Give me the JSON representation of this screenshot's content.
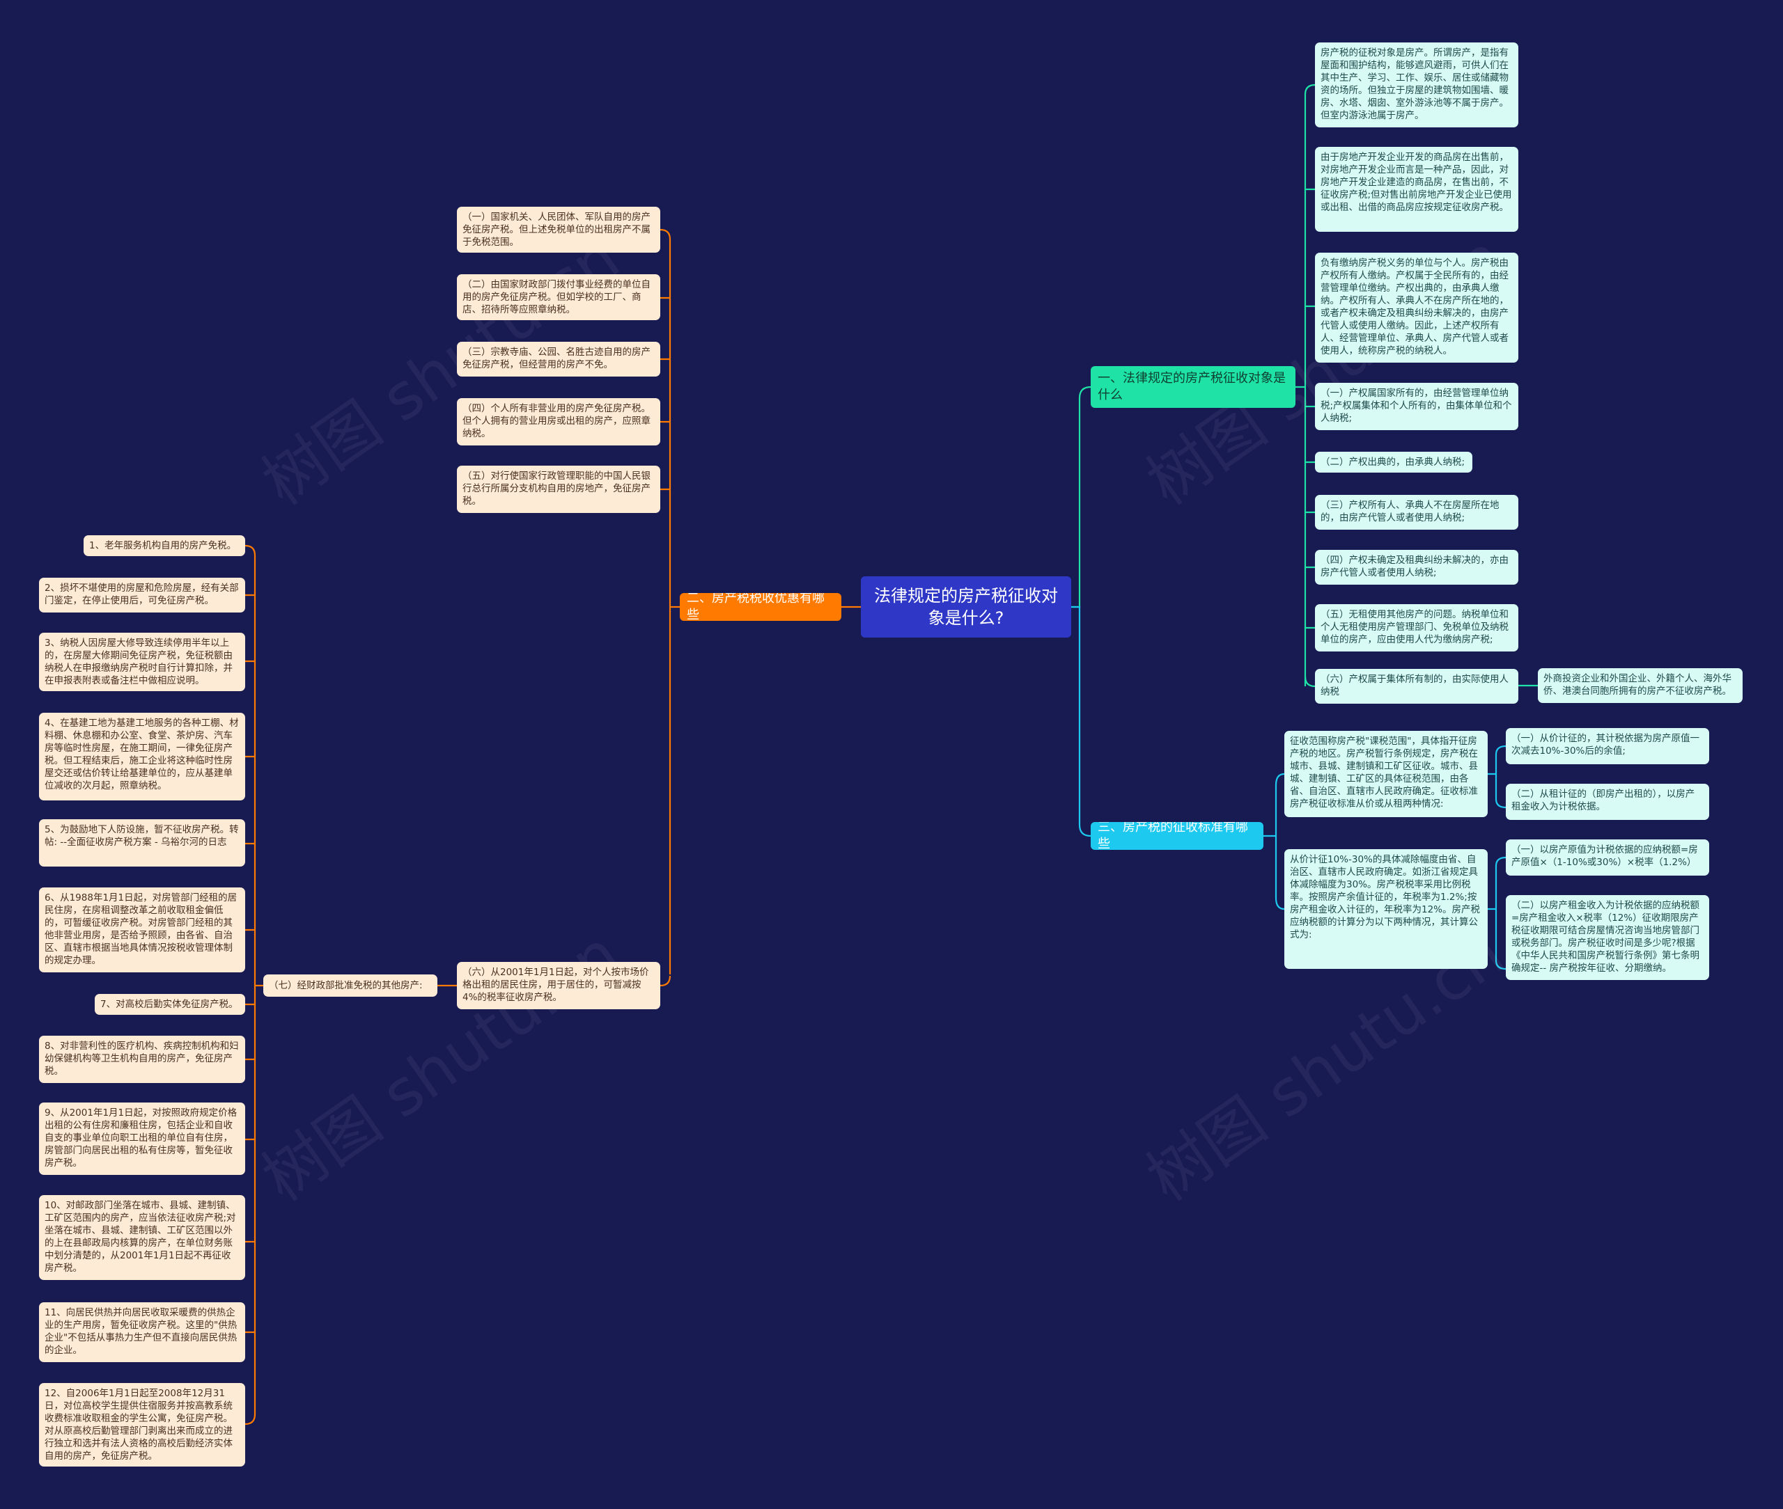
{
  "root": "法律规定的房产税征收对象是什么?",
  "watermark": "树图 shutu.cn",
  "branch1": {
    "title": "一、法律规定的房产税征收对象是什么",
    "items": [
      "房产税的征税对象是房产。所谓房产，是指有屋面和围护结构，能够遮风避雨，可供人们在其中生产、学习、工作、娱乐、居住或储藏物资的场所。但独立于房屋的建筑物如围墙、暖房、水塔、烟囱、室外游泳池等不属于房产。但室内游泳池属于房产。",
      "由于房地产开发企业开发的商品房在出售前，对房地产开发企业而言是一种产品，因此，对房地产开发企业建造的商品房，在售出前，不征收房产税;但对售出前房地产开发企业已使用或出租、出借的商品房应按规定征收房产税。",
      "负有缴纳房产税义务的单位与个人。房产税由产权所有人缴纳。产权属于全民所有的，由经营管理单位缴纳。产权出典的，由承典人缴纳。产权所有人、承典人不在房产所在地的，或者产权未确定及租典纠纷未解决的，由房产代管人或使用人缴纳。因此，上述产权所有人、经营管理单位、承典人、房产代管人或者使用人，统称房产税的纳税人。",
      "（一）产权属国家所有的，由经营管理单位纳税;产权属集体和个人所有的，由集体单位和个人纳税;",
      "（二）产权出典的，由承典人纳税;",
      "（三）产权所有人、承典人不在房屋所在地的，由房产代管人或者使用人纳税;",
      "（四）产权未确定及租典纠纷未解决的，亦由房产代管人或者使用人纳税;",
      "（五）无租使用其他房产的问题。纳税单位和个人无租使用房产管理部门、免税单位及纳税单位的房产，应由使用人代为缴纳房产税;",
      "（六）产权属于集体所有制的，由实际使用人纳税"
    ],
    "item6_child": "外商投资企业和外国企业、外籍个人、海外华侨、港澳台同胞所拥有的房产不征收房产税。"
  },
  "branch2": {
    "title": "二、房产税税收优惠有哪些",
    "items": [
      "（一）国家机关、人民团体、军队自用的房产免征房产税。但上述免税单位的出租房产不属于免税范围。",
      "（二）由国家财政部门拨付事业经费的单位自用的房产免征房产税。但如学校的工厂、商店、招待所等应照章纳税。",
      "（三）宗教寺庙、公园、名胜古迹自用的房产免征房产税，但经营用的房产不免。",
      "（四）个人所有非营业用的房产免征房产税。但个人拥有的营业用房或出租的房产，应照章纳税。",
      "（五）对行使国家行政管理职能的中国人民银行总行所属分支机构自用的房地产，免征房产税。",
      "（六）从2001年1月1日起，对个人按市场价格出租的居民住房，用于居住的，可暂减按4%的税率征收房产税。"
    ],
    "sub_title": "（七）经财政部批准免税的其他房产:",
    "sub_items": [
      "1、老年服务机构自用的房产免税。",
      "2、损坏不堪使用的房屋和危险房屋，经有关部门鉴定，在停止使用后，可免征房产税。",
      "3、纳税人因房屋大修导致连续停用半年以上的，在房屋大修期间免征房产税，免征税额由纳税人在申报缴纳房产税时自行计算扣除，并在申报表附表或备注栏中做相应说明。",
      "4、在基建工地为基建工地服务的各种工棚、材料棚、休息棚和办公室、食堂、茶炉房、汽车房等临时性房屋，在施工期间，一律免征房产税。但工程结束后，施工企业将这种临时性房屋交还或估价转让给基建单位的，应从基建单位减收的次月起，照章纳税。",
      "5、为鼓励地下人防设施，暂不征收房产税。转帖: --全面征收房产税方案 - 乌裕尔河的日志",
      "6、从1988年1月1日起，对房管部门经租的居民住房，在房租调整改革之前收取租金偏低的，可暂缓征收房产税。对房管部门经租的其他非营业用房，是否给予照顾，由各省、自治区、直辖市根据当地具体情况按税收管理体制的规定办理。",
      "7、对高校后勤实体免征房产税。",
      "8、对非营利性的医疗机构、疾病控制机构和妇幼保健机构等卫生机构自用的房产，免征房产税。",
      "9、从2001年1月1日起，对按照政府规定价格出租的公有住房和廉租住房，包括企业和自收自支的事业单位向职工出租的单位自有住房，房管部门向居民出租的私有住房等，暂免征收房产税。",
      "10、对邮政部门坐落在城市、县城、建制镇、工矿区范围内的房产，应当依法征收房产税;对坐落在城市、县城、建制镇、工矿区范围以外的上在县邮政局内核算的房产，在单位财务账中划分清楚的，从2001年1月1日起不再征收房产税。",
      "11、向居民供热并向居民收取采暖费的供热企业的生产用房，暂免征收房产税。这里的\"供热企业\"不包括从事热力生产但不直接向居民供热的企业。",
      "12、自2006年1月1日起至2008年12月31日，对位高校学生提供住宿服务并按高教系统收费标准收取租金的学生公寓，免征房产税。对从原高校后勤管理部门剥离出来而成立的进行独立和选并有法人资格的高校后勤经济实体自用的房产，免征房产税。"
    ]
  },
  "branch3": {
    "title": "三、房产税的征收标准有哪些",
    "mid1": "征收范围称房产税\"课税范围\"，具体指开征房产税的地区。房产税暂行条例规定，房产税在城市、县城、建制镇和工矿区征收。城市、县城、建制镇、工矿区的具体征税范围，由各省、自治区、直辖市人民政府确定。征收标准房产税征收标准从价或从租两种情况:",
    "mid1_children": [
      "（一）从价计征的，其计税依据为房产原值一次减去10%-30%后的余值;",
      "（二）从租计征的（即房产出租的），以房产租金收入为计税依据。"
    ],
    "mid2": "从价计征10%-30%的具体减除幅度由省、自治区、直辖市人民政府确定。如浙江省规定具体减除幅度为30%。房产税税率采用比例税率。按照房产余值计征的，年税率为1.2%;按房产租金收入计征的，年税率为12%。房产税应纳税额的计算分为以下两种情况，其计算公式为:",
    "mid2_children": [
      "（一）以房产原值为计税依据的应纳税额=房产原值×（1-10%或30%）×税率（1.2%）",
      "（二）以房产租金收入为计税依据的应纳税额=房产租金收入×税率（12%）征收期限房产税征收期限可结合房屋情况咨询当地房管部门或税务部门。房产税征收时间是多少呢?根据《中华人民共和国房产税暂行条例》第七条明确规定-- 房产税按年征收、分期缴纳。"
    ]
  },
  "colors": {
    "background": "#181a52",
    "root": "#2f37c6",
    "green": "#1fe3a6",
    "orange": "#ff7a00",
    "blue": "#1ec9f0"
  }
}
